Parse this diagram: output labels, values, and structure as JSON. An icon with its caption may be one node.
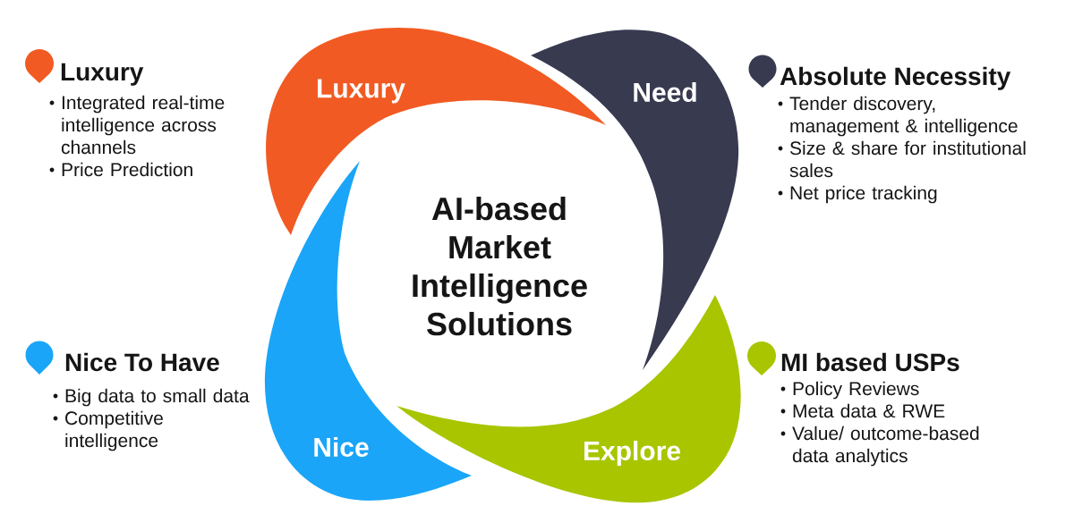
{
  "diagram": {
    "title": "AI-based Market Intelligence Solutions",
    "nodes": [
      {
        "text": [
          "Luxury"
        ]
      },
      {
        "text": [
          "Need"
        ]
      },
      {
        "text": [
          "Nice"
        ]
      },
      {
        "text": [
          "Explore"
        ]
      }
    ],
    "labels": [
      "Luxury",
      "Integrated real-time intelligence across channels",
      "Price Prediction",
      "Absolute Necessity",
      "Tender discovery, management & intelligence",
      "Size & share for institutional sales",
      "Net price tracking",
      "Nice To Have",
      "Big data to small data",
      "Competitive intelligence",
      "MI based USPs",
      "Policy Reviews",
      "Meta data & RWE",
      "Value/ outcome-based data analytics"
    ]
  }
}
